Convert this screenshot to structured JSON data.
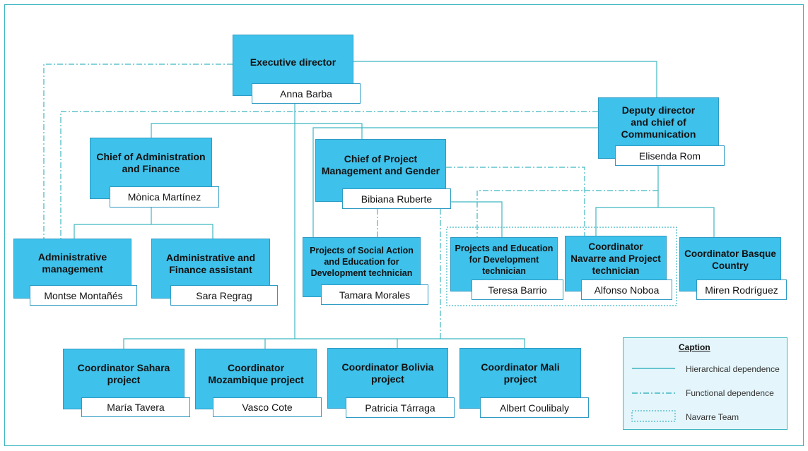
{
  "colors": {
    "box_fill": "#3ec1ea",
    "box_border": "#2f9bc4",
    "connector": "#3fb6c2",
    "caption_fill": "#e4f5fb"
  },
  "positions": [
    {
      "id": "executive-director",
      "title": "Executive director",
      "person": "Anna Barba"
    },
    {
      "id": "deputy-director",
      "title": "Deputy director\nand chief of\nCommunication",
      "person": "Elisenda Rom"
    },
    {
      "id": "chief-admin-finance",
      "title": "Chief of Administration\nand Finance",
      "person": "Mònica Martínez"
    },
    {
      "id": "chief-project-management",
      "title": "Chief of Project\nManagement and Gender",
      "person": "Bibiana Ruberte"
    },
    {
      "id": "administrative-management",
      "title": "Administrative\nmanagement",
      "person": "Montse Montañés"
    },
    {
      "id": "admin-finance-assistant",
      "title": "Administrative and\nFinance assistant",
      "person": "Sara Regrag"
    },
    {
      "id": "projects-social-action",
      "title": "Projects of Social Action\nand Education for\nDevelopment technician",
      "person": "Tamara Morales"
    },
    {
      "id": "projects-education",
      "title": "Projects and Education\nfor Development\ntechnician",
      "person": "Teresa Barrio"
    },
    {
      "id": "coordinator-navarre",
      "title": "Coordinator\nNavarre and Project\ntechnician",
      "person": "Alfonso Noboa"
    },
    {
      "id": "coordinator-basque",
      "title": "Coordinator Basque\nCountry",
      "person": "Miren Rodríguez"
    },
    {
      "id": "coordinator-sahara",
      "title": "Coordinator Sahara\nproject",
      "person": "María Tavera"
    },
    {
      "id": "coordinator-mozambique",
      "title": "Coordinator\nMozambique project",
      "person": "Vasco Cote"
    },
    {
      "id": "coordinator-bolivia",
      "title": "Coordinator Bolivia\nproject",
      "person": "Patricia Tárraga"
    },
    {
      "id": "coordinator-mali",
      "title": "Coordinator Mali\nproject",
      "person": "Albert Coulibaly"
    }
  ],
  "relations": {
    "hierarchical": [
      [
        "executive-director",
        "deputy-director"
      ],
      [
        "executive-director",
        "chief-admin-finance"
      ],
      [
        "executive-director",
        "chief-project-management"
      ],
      [
        "executive-director",
        "coordinator-sahara"
      ],
      [
        "executive-director",
        "coordinator-mozambique"
      ],
      [
        "executive-director",
        "coordinator-bolivia"
      ],
      [
        "executive-director",
        "coordinator-mali"
      ],
      [
        "deputy-director",
        "projects-social-action"
      ],
      [
        "deputy-director",
        "coordinator-navarre"
      ],
      [
        "deputy-director",
        "coordinator-basque"
      ],
      [
        "chief-admin-finance",
        "administrative-management"
      ],
      [
        "chief-admin-finance",
        "admin-finance-assistant"
      ],
      [
        "chief-project-management",
        "projects-education"
      ]
    ],
    "functional": [
      [
        "executive-director",
        "administrative-management"
      ],
      [
        "deputy-director",
        "administrative-management"
      ],
      [
        "chief-project-management",
        "coordinator-navarre"
      ],
      [
        "chief-project-management",
        "projects-social-action"
      ],
      [
        "chief-project-management",
        "coordinator-mali"
      ],
      [
        "deputy-director",
        "projects-education"
      ]
    ]
  },
  "caption": {
    "title": "Caption",
    "items": [
      {
        "style": "solid",
        "label": "Hierarchical dependence"
      },
      {
        "style": "dash-dot",
        "label": "Functional dependence"
      },
      {
        "style": "dotted-box",
        "label": "Navarre Team"
      }
    ]
  }
}
